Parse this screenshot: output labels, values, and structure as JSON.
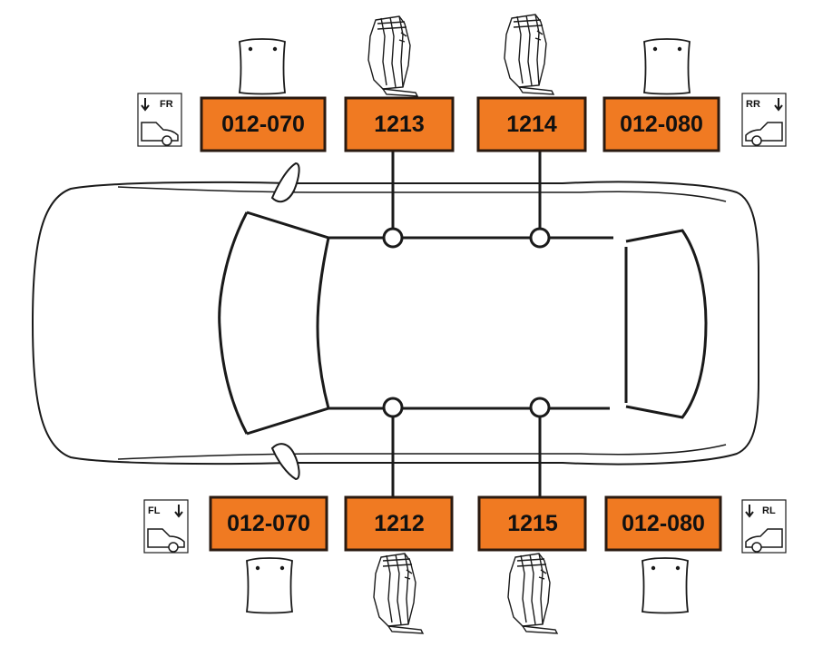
{
  "colors": {
    "label_fill": "#F07A22",
    "label_border": "#2a1a10",
    "outline": "#1a1a1a"
  },
  "positions": {
    "fr": "FR",
    "rr": "RR",
    "fl": "FL",
    "rl": "RL"
  },
  "labels": {
    "top_front_plate": "012-070",
    "top_mount_front": "1213",
    "top_mount_rear": "1214",
    "top_rear_plate": "012-080",
    "bottom_front_plate": "012-070",
    "bottom_mount_front": "1212",
    "bottom_mount_rear": "1215",
    "bottom_rear_plate": "012-080"
  },
  "icons": {
    "plate": "fitting-plate-icon",
    "foot": "roof-rack-foot-icon",
    "position": "car-position-icon"
  }
}
